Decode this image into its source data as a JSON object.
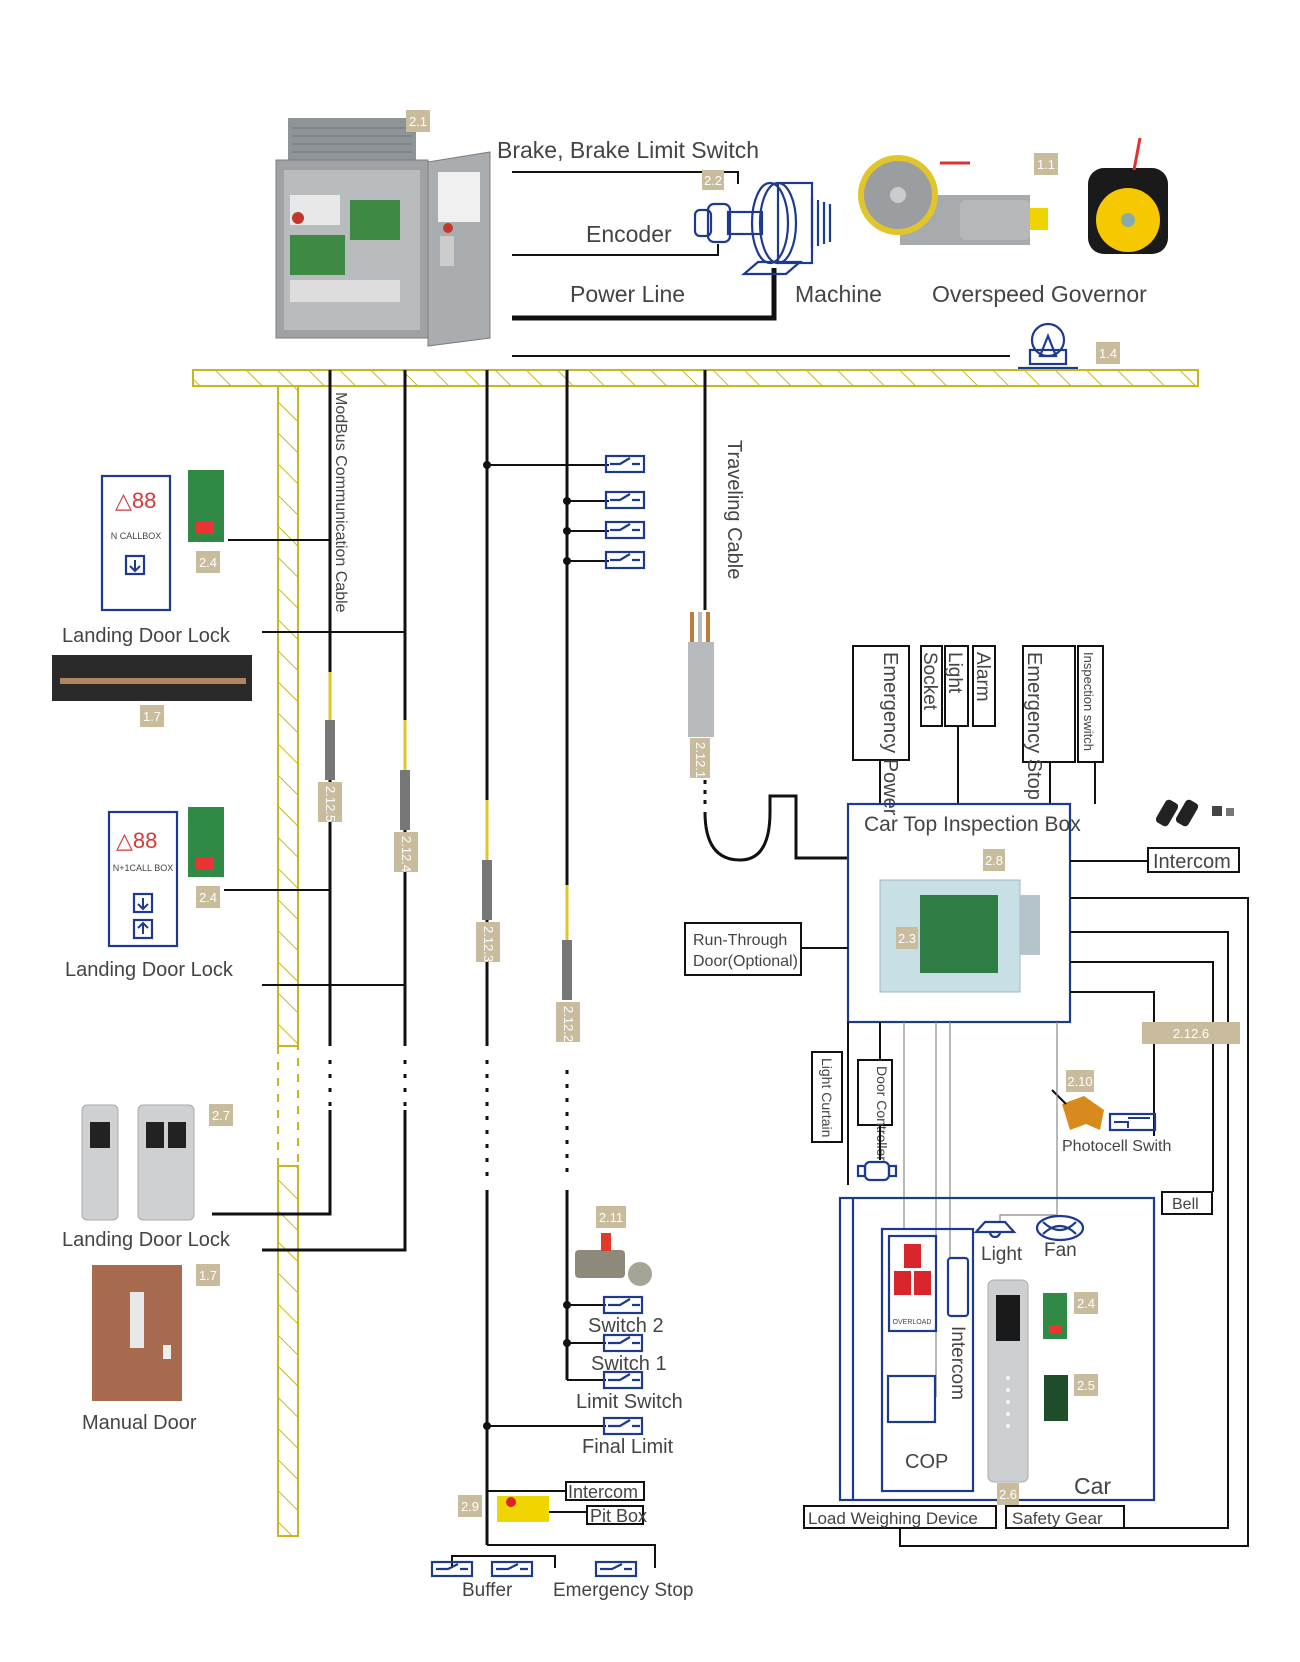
{
  "colors": {
    "wire": "#111111",
    "schematic_blue": "#1d3a8f",
    "wall_yellow": "#c8b820",
    "tag_bg": "#c9bc9d",
    "callbox_red": "#d23a3a",
    "door_brown": "#a86a4f"
  },
  "machine_room": {
    "controller_tag": "2.1",
    "brake_label": "Brake, Brake Limit Switch",
    "encoder_label": "Encoder",
    "encoder_tag": "2.2",
    "power_label": "Power Line",
    "machine_label": "Machine",
    "machine_tag": "1.1",
    "governor_label": "Overspeed Governor",
    "governor_tag": "1.4"
  },
  "shaft": {
    "modbus_label": "ModBus Communication Cable",
    "traveling_label": "Traveling Cable",
    "cable_tags": [
      "2.12.5",
      "2.12.4",
      "2.12.3",
      "2.12.2",
      "2.12.1",
      "2.12.6"
    ]
  },
  "landings": [
    {
      "callbox_text": "N CALLBOX",
      "board_tag": "2.4",
      "lock_label": "Landing Door Lock",
      "door_tag": "1.7"
    },
    {
      "callbox_text": "N+1CALL BOX",
      "board_tag": "2.4",
      "lock_label": "Landing Door Lock"
    },
    {
      "panel_tag": "2.7",
      "lock_label": "Landing Door Lock",
      "door_tag": "1.7",
      "manual_label": "Manual Door"
    }
  ],
  "car_top": {
    "title": "Car Top Inspection Box",
    "tag_top": "2.8",
    "tag_board": "2.3",
    "top_boxes": [
      "Emergency Power",
      "Socket",
      "Light",
      "Alarm",
      "Emergency Stop",
      "Inspection switch"
    ],
    "intercom": "Intercom",
    "run_through": [
      "Run-Through",
      "Door(Optional)"
    ],
    "light_curtain": "Light Curtain",
    "door_controller": "Door Controller",
    "photocell_label": "Photocell Swith",
    "photocell_tag": "2.10",
    "bell": "Bell"
  },
  "car": {
    "label": "Car",
    "cop_label": "COP",
    "overload": "OVERLOAD",
    "intercom": "Intercom",
    "light": "Light",
    "fan": "Fan",
    "tag_display": "2.4",
    "tag_keypad": "2.5",
    "tag_cop": "2.6",
    "load_weighing": "Load Weighing Device",
    "safety_gear": "Safety Gear"
  },
  "pit": {
    "limit_tag": "2.11",
    "switch2": "Switch 2",
    "switch1": "Switch 1",
    "limit_switch": "Limit Switch",
    "final_limit": "Final Limit",
    "pitbox_tag": "2.9",
    "intercom": "Intercom",
    "pit_box": "Pit Box",
    "buffer": "Buffer",
    "emergency_stop": "Emergency Stop"
  }
}
